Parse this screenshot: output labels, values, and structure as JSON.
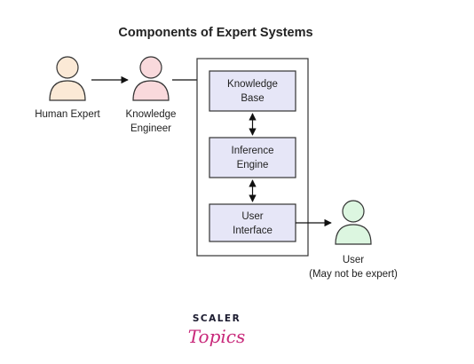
{
  "title": "Components of Expert Systems",
  "actors": {
    "human_expert": {
      "label": "Human Expert",
      "color": "#fbe9d6"
    },
    "knowledge_engineer": {
      "label_lines": [
        "Knowledge",
        "Engineer"
      ],
      "color": "#f9d9dc"
    },
    "user": {
      "label_lines": [
        "User",
        "(May not be expert)"
      ],
      "color": "#dcf6e0"
    }
  },
  "system": {
    "components": [
      {
        "id": "knowledge-base",
        "label_lines": [
          "Knowledge",
          "Base"
        ]
      },
      {
        "id": "inference-engine",
        "label_lines": [
          "Inference",
          "Engine"
        ]
      },
      {
        "id": "user-interface",
        "label_lines": [
          "User",
          "Interface"
        ]
      }
    ],
    "box_fill": "#e6e6f7"
  },
  "logo": {
    "top_text": "SCALER",
    "bottom_text": "Topics",
    "accent_color": "#c8287a"
  }
}
